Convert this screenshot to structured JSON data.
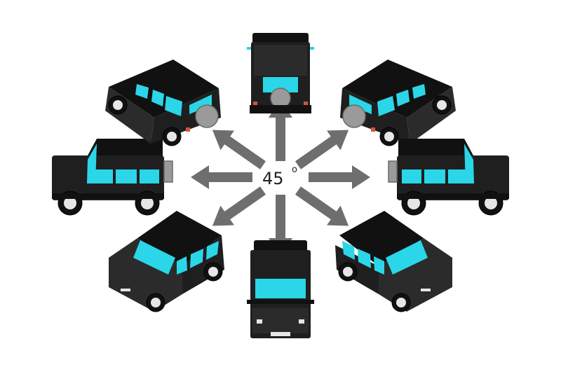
{
  "center": {
    "angle": "45",
    "degree_mark": "o"
  },
  "colors": {
    "body": "#1f1f1f",
    "body_side": "#2b2b2b",
    "roof": "#111111",
    "glass": "#2ad6e8",
    "glass_light": "#7ff0f8",
    "arrow": "#6e6e6e",
    "wheel": "#111111",
    "rim": "#e6e6e6",
    "spare_tire": "#9a9a9a",
    "tail_light": "#d2543a"
  },
  "views": [
    {
      "name": "rear",
      "arrow": "up"
    },
    {
      "name": "rear-right-three-quarter",
      "arrow": "up-right"
    },
    {
      "name": "right-side",
      "arrow": "right"
    },
    {
      "name": "front-right-three-quarter",
      "arrow": "down-right"
    },
    {
      "name": "front",
      "arrow": "down"
    },
    {
      "name": "front-left-three-quarter",
      "arrow": "down-left"
    },
    {
      "name": "left-side",
      "arrow": "left"
    },
    {
      "name": "rear-left-three-quarter",
      "arrow": "up-left"
    }
  ]
}
